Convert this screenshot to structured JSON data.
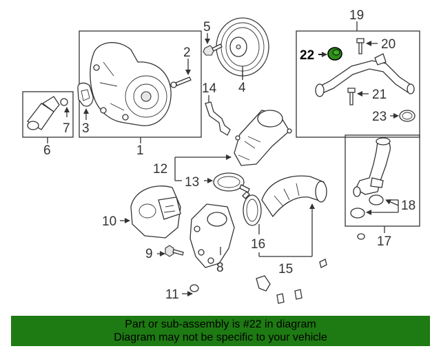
{
  "colors": {
    "highlight": "#2e8b1a",
    "banner_bg": "#1e7a12",
    "ink": "#333333"
  },
  "callouts": {
    "c1": "1",
    "c2": "2",
    "c3": "3",
    "c4": "4",
    "c5": "5",
    "c6": "6",
    "c7": "7",
    "c8": "8",
    "c9": "9",
    "c10": "10",
    "c11": "11",
    "c12": "12",
    "c13": "13",
    "c14": "14",
    "c15": "15",
    "c16": "16",
    "c17": "17",
    "c18": "18",
    "c19": "19",
    "c20": "20",
    "c21": "21",
    "c22": "22",
    "c23": "23"
  },
  "highlighted_part": "22",
  "banner": {
    "line1": "Part or sub-assembly is #22 in diagram",
    "line2": "Diagram may not be specific to your vehicle"
  }
}
